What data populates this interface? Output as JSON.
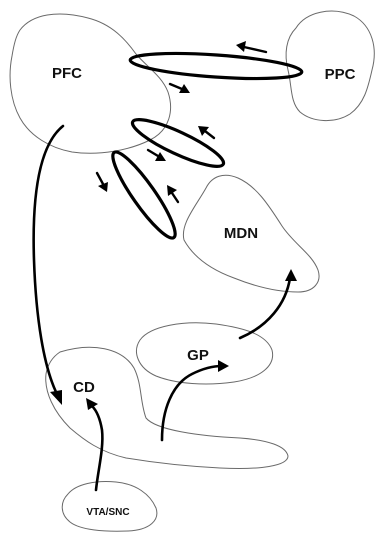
{
  "regions": {
    "pfc": "PFC",
    "ppc": "PPC",
    "mdn": "MDN",
    "gp": "GP",
    "cd": "CD",
    "vta_snc": "VTA/SNC"
  }
}
